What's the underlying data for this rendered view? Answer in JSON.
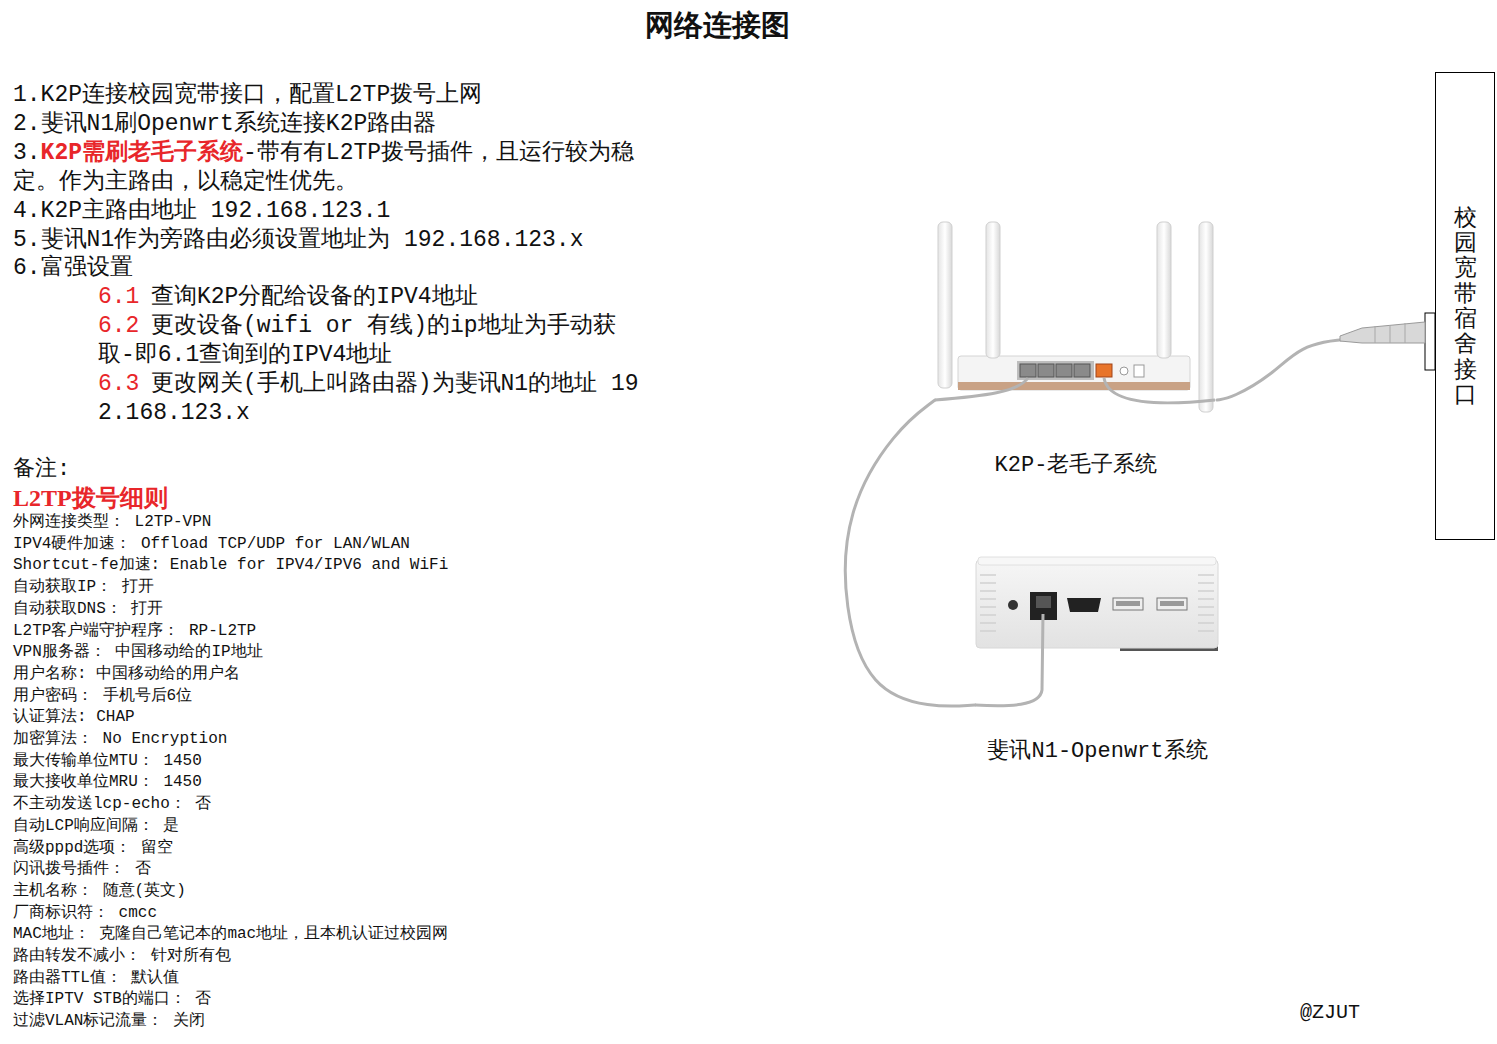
{
  "diagram": {
    "title": "网络连接图",
    "nodes": [
      {
        "text": [
          "校园宽带宿舍接口"
        ]
      },
      {
        "text": [
          "K2P-老毛子系统"
        ]
      },
      {
        "text": [
          "斐讯N1-Openwrt系统"
        ]
      }
    ],
    "edges": [
      {
        "from": 0,
        "to": 1,
        "arrow": "none"
      },
      {
        "from": 1,
        "to": 2,
        "arrow": "none"
      }
    ],
    "labels": [
      "1.K2P连接校园宽带接口，配置L2TP拨号上网",
      "2.斐讯N1刷Openwrt系统连接K2P路由器",
      "3.",
      "K2P需刷老毛子系统",
      "-带有有L2TP拨号插件，且运行较为稳定。作为主路由，以稳定性优先。",
      "4.K2P主路由地址 192.168.123.1",
      "5.斐讯N1作为旁路由必须设置地址为 192.168.123.x",
      "6.富强设置",
      "6.1",
      "查询K2P分配给设备的IPV4地址",
      "6.2",
      "更改设备(wifi or 有线)的ip地址为手动获取-即6.1查询到的IPV4地址",
      "6.3",
      "更改网关(手机上叫路由器)为斐讯N1的地址 192.168.123.x",
      "备注:",
      "L2TP拨号细则",
      "外网连接类型： L2TP-VPN",
      "IPV4硬件加速： Offload TCP/UDP for LAN/WLAN",
      "Shortcut-fe加速: Enable for IPV4/IPV6 and WiFi",
      "自动获取IP： 打开",
      "自动获取DNS： 打开",
      "L2TP客户端守护程序： RP-L2TP",
      "VPN服务器： 中国移动给的IP地址",
      "用户名称: 中国移动给的用户名",
      "用户密码： 手机号后6位",
      "认证算法: CHAP",
      "加密算法： No Encryption",
      "最大传输单位MTU： 1450",
      "最大接收单位MRU： 1450",
      "不主动发送lcp-echo： 否",
      "自动LCP响应间隔： 是",
      "高级pppd选项： 留空",
      "闪讯拨号插件： 否",
      "主机名称： 随意(英文)",
      "厂商标识符： cmcc",
      "MAC地址： 克隆自己笔记本的mac地址，且本机认证过校园网",
      "路由转发不减小： 针对所有包",
      "路由器TTL值： 默认值",
      "选择IPTV STB的端口： 否",
      "过滤VLAN标记流量： 关闭",
      "@ZJUT"
    ]
  }
}
